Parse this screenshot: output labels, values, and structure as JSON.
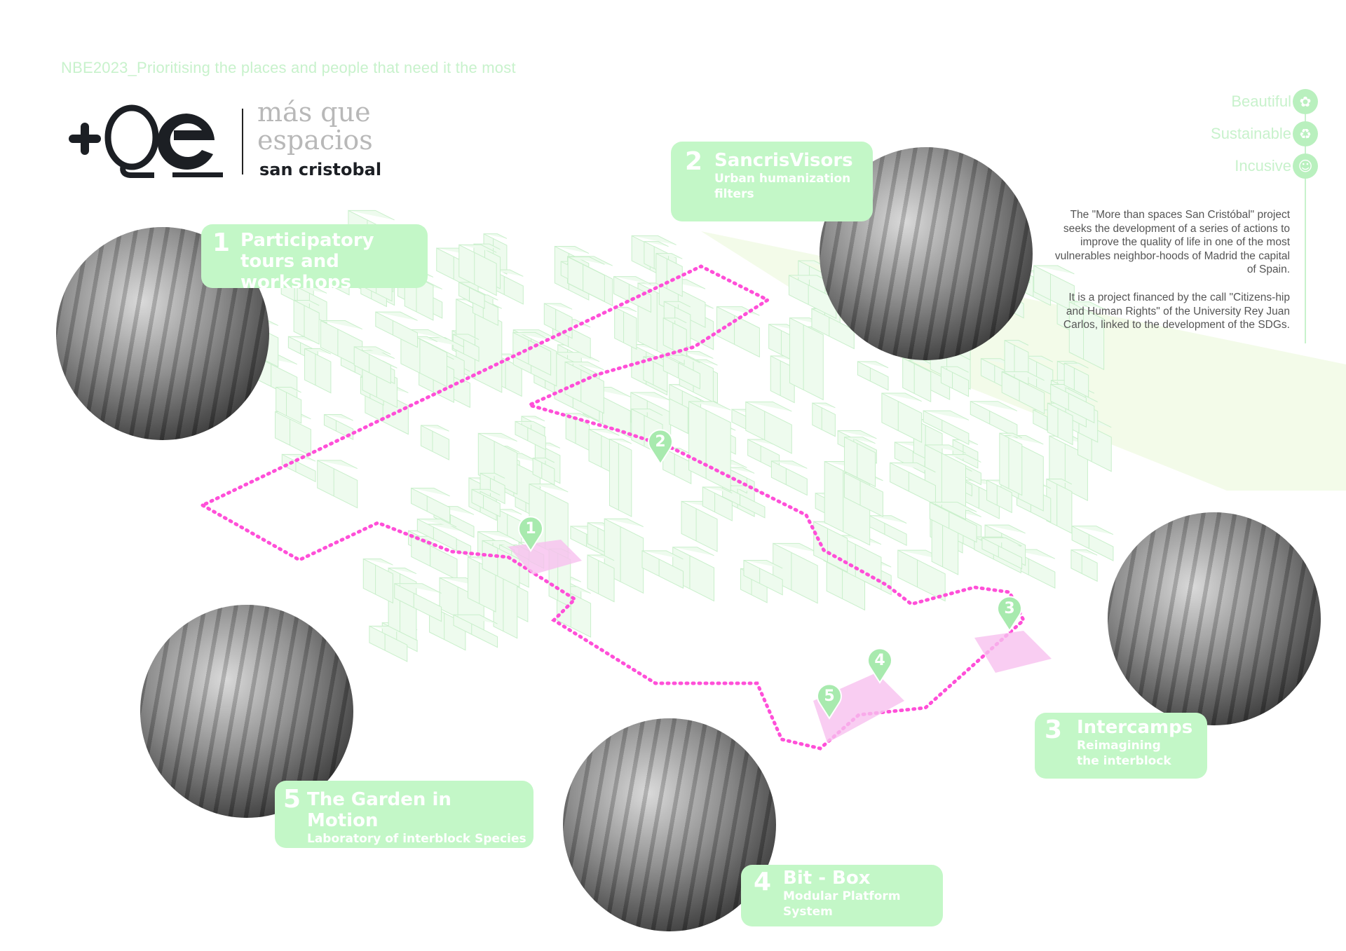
{
  "tagline": "NBE2023_Prioritising the places and people that need it the most",
  "logo": {
    "mark": "+Qe",
    "line1": "más que",
    "line2": "espacios",
    "line3": "san cristobal"
  },
  "values": [
    {
      "label": "Beautiful",
      "icon": "flower-icon"
    },
    {
      "label": "Sustainable",
      "icon": "recycle-icon"
    },
    {
      "label": "Incusive",
      "icon": "people-icon"
    }
  ],
  "description": [
    "The \"More than spaces San Cristóbal\" project seeks the development of a series of actions to improve the quality of life in one of the most vulnerables neighbor-hoods of Madrid the capital of Spain.",
    "It is a project financed by the call \"Citizens-hip and Human Rights\" of the University Rey Juan Carlos, linked to the development of the SDGs."
  ],
  "projects": [
    {
      "num": "1",
      "title": "Participatory tours and workshops",
      "subtitle": ""
    },
    {
      "num": "2",
      "title": "SancrisVisors",
      "subtitle": "Urban humanization filters"
    },
    {
      "num": "3",
      "title": "Intercamps",
      "subtitle": "Reimagining the interblock"
    },
    {
      "num": "4",
      "title": "Bit - Box",
      "subtitle": "Modular Platform System"
    },
    {
      "num": "5",
      "title": "The Garden in Motion",
      "subtitle": "Laboratory of interblock Species"
    }
  ],
  "colors": {
    "accent_green": "#c3f7c7",
    "route_pink": "#ff4fd8",
    "building_green": "#d6f5d6"
  }
}
